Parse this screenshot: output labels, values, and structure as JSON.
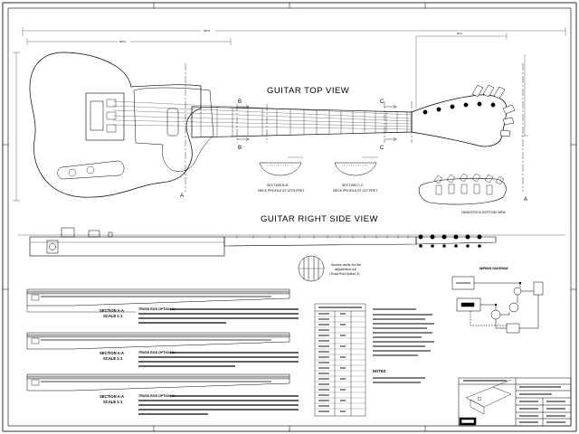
{
  "views": {
    "top_view_title": "GUITAR TOP VIEW",
    "side_view_title": "GUITAR RIGHT SIDE VIEW",
    "headstock_bottom_view": "HEADSTOCK BOTTOM VIEW"
  },
  "section_markers": {
    "a": "A",
    "b": "B",
    "c": "C"
  },
  "neck_profiles": {
    "b_title": "SECTION B-B",
    "b_caption": "NECK PROFILE AT 12TH FRET",
    "c_title": "SECTION C-C",
    "c_caption": "NECK PROFILE AT 1ST FRET"
  },
  "access_note": {
    "line1": "Access cavity for the",
    "line2": "adjustment nut",
    "line3": "(Truss Rod Option 2)"
  },
  "truss_rod_options": {
    "opt1_section": "SECTION A-A",
    "opt1_scale": "SCALE 1:1",
    "opt1_title": "TRUSS ROD OPTION 1:",
    "opt2_section": "SECTION A-A",
    "opt2_scale": "SCALE 1:1",
    "opt2_title": "TRUSS ROD OPTION 2:",
    "opt3_section": "SECTION A-A",
    "opt3_scale": "SCALE 1:1",
    "opt3_title": "TRUSS ROD OPTION 3:"
  },
  "wiring": {
    "title": "WIRING DIAGRAM"
  },
  "notes": {
    "title": "NOTES"
  }
}
